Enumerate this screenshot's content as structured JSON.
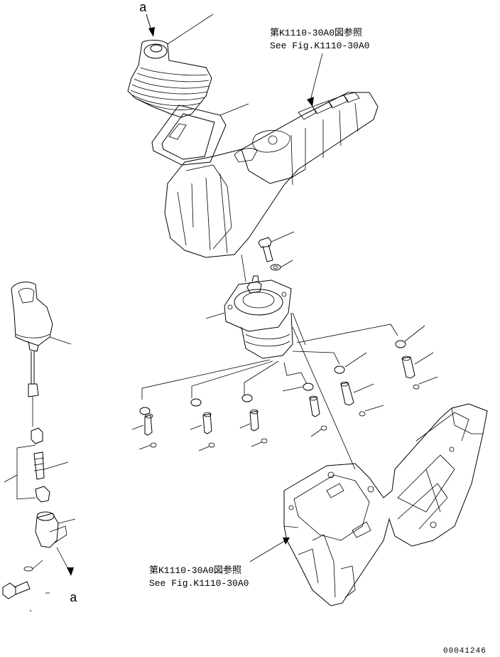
{
  "labels": {
    "ref_letter_top": "a",
    "ref_letter_bottom": "a",
    "ref_top_jp": "第K1110-30A0図参照",
    "ref_top_en": "See Fig.K1110-30A0",
    "ref_bottom_jp": "第K1110-30A0図参照",
    "ref_bottom_en": "See Fig.K1110-30A0",
    "drawing_number": "00041246"
  }
}
